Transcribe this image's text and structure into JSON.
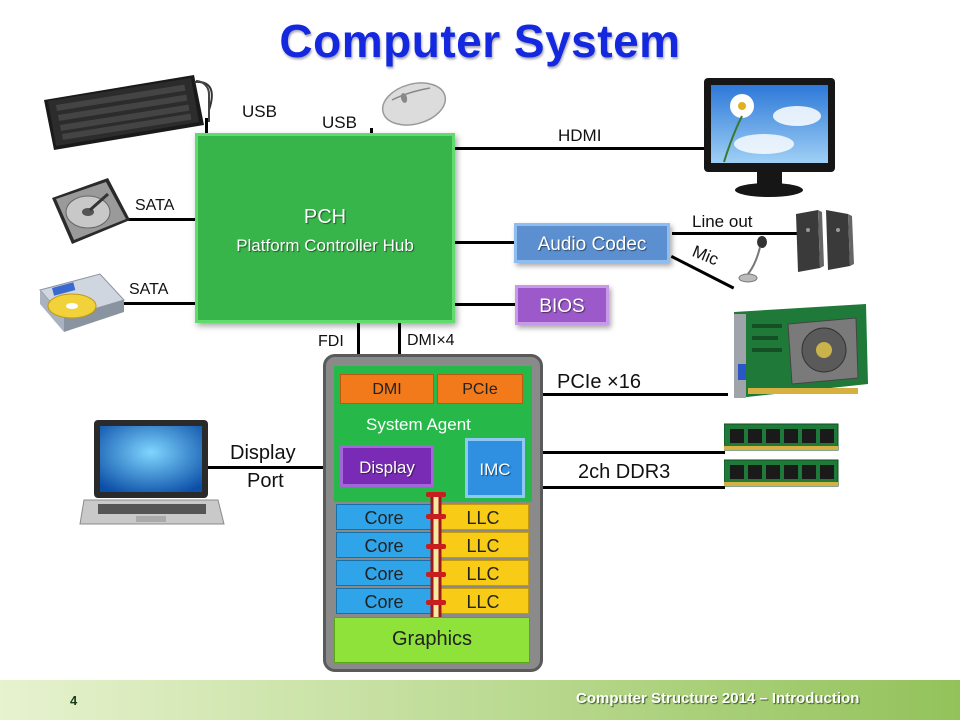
{
  "title": "Computer System",
  "pch": {
    "name": "PCH",
    "full_name": "Platform Controller Hub"
  },
  "audio_codec": "Audio Codec",
  "bios": "BIOS",
  "links": {
    "usb_keyboard": "USB",
    "usb_mouse": "USB",
    "hdmi": "HDMI",
    "sata_hdd": "SATA",
    "sata_dvd": "SATA",
    "line_out": "Line out",
    "mic": "Mic",
    "fdi": "FDI",
    "dmi4": "DMI×4",
    "pcie16": "PCIe ×16",
    "ddr3": "2ch DDR3",
    "display_port_1": "Display",
    "display_port_2": "Port"
  },
  "cpu": {
    "dmi": "DMI",
    "pcie": "PCIe",
    "system_agent": "System Agent",
    "display": "Display",
    "imc": "IMC",
    "cores": [
      "Core",
      "Core",
      "Core",
      "Core"
    ],
    "llc": [
      "LLC",
      "LLC",
      "LLC",
      "LLC"
    ],
    "graphics": "Graphics"
  },
  "footer": {
    "page": "4",
    "text": "Computer Structure 2014 – Introduction"
  },
  "colors": {
    "title": "#1428e0",
    "pch": "#38b54a",
    "audio_codec": "#5b8fd0",
    "bios": "#9b59c9",
    "orange": "#f27a1a",
    "display": "#7a2bb5",
    "imc": "#2f8fe0",
    "core": "#2fa4e8",
    "llc": "#f7cb16",
    "graphics": "#8ee23a"
  }
}
